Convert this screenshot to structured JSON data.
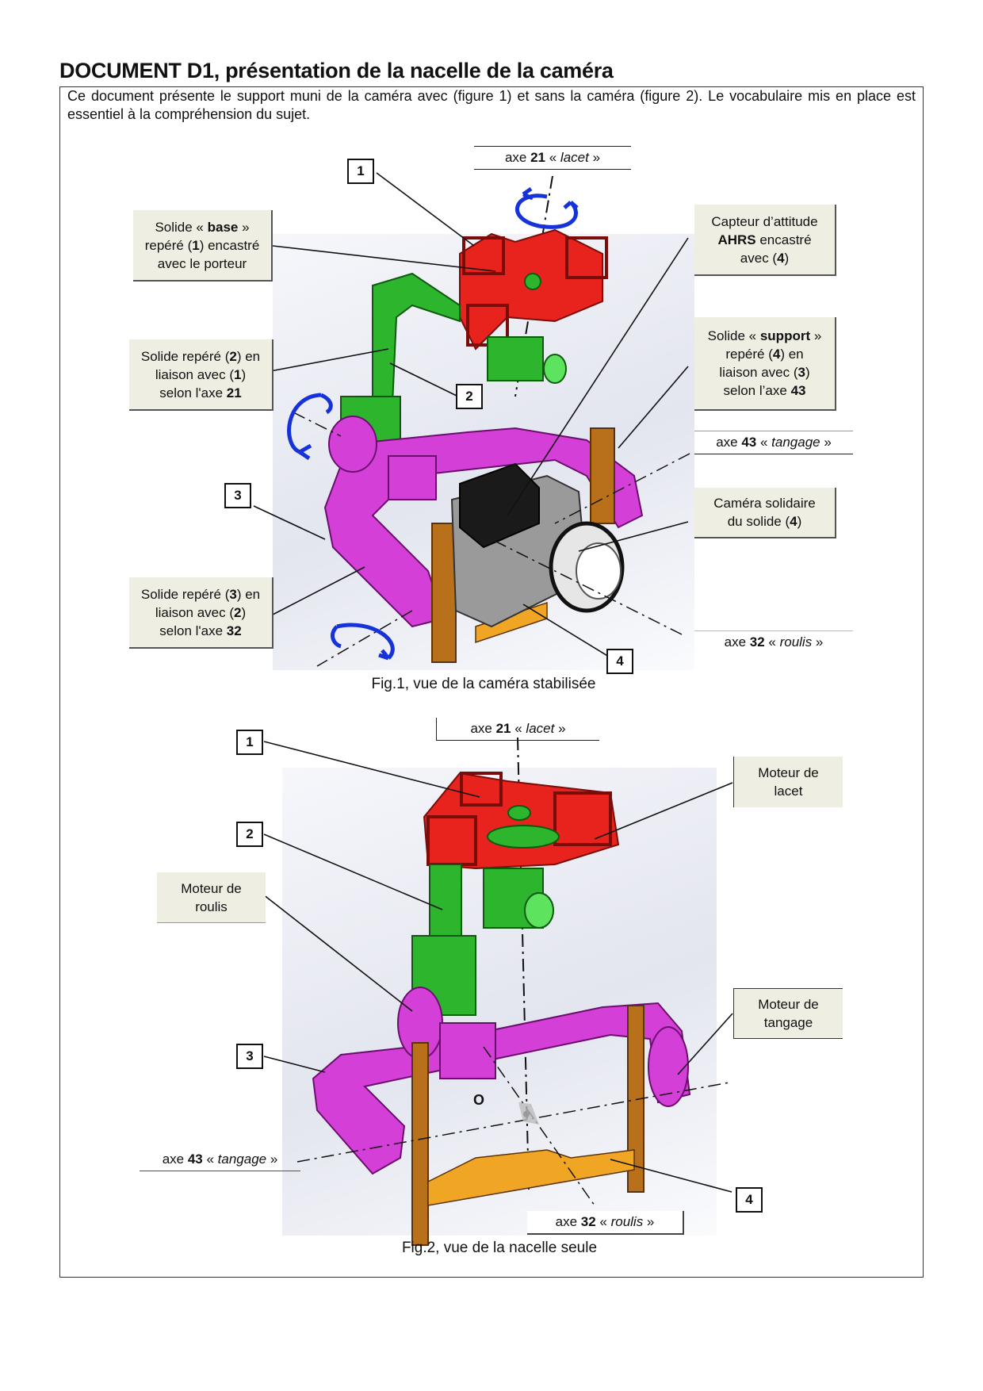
{
  "document": {
    "title": "DOCUMENT D1, présentation de la nacelle de la caméra",
    "intro": "Ce document présente le support muni de la caméra avec (figure 1) et sans la caméra (figure 2). Le vocabulaire mis en place est essentiel à la compréhension du sujet."
  },
  "figure1": {
    "caption": "Fig.1, vue de la caméra stabilisée",
    "markers": [
      "1",
      "2",
      "3",
      "4"
    ],
    "axes": {
      "lacet": {
        "prefix": "axe ",
        "num": "21",
        "open": " « ",
        "name": "lacet",
        "close": " »"
      },
      "tangage": {
        "prefix": "axe ",
        "num": "43",
        "open": " « ",
        "name": "tangage",
        "close": " »"
      },
      "roulis": {
        "prefix": "axe ",
        "num": "32",
        "open": " « ",
        "name": "roulis",
        "close": " »"
      }
    },
    "callouts": {
      "base": {
        "l1a": "Solide « ",
        "l1b": "base",
        "l1c": " »",
        "l2a": "repéré (",
        "l2b": "1",
        "l2c": ") encastré",
        "l3": "avec le porteur"
      },
      "solide2": {
        "l1a": "Solide repéré (",
        "l1b": "2",
        "l1c": ") en",
        "l2a": "liaison avec (",
        "l2b": "1",
        "l2c": ")",
        "l3a": "selon l'axe ",
        "l3b": "21"
      },
      "solide3": {
        "l1a": "Solide repéré (",
        "l1b": "3",
        "l1c": ") en",
        "l2a": "liaison avec (",
        "l2b": "2",
        "l2c": ")",
        "l3a": "selon l'axe ",
        "l3b": "32"
      },
      "ahrs": {
        "l1": "Capteur d’attitude",
        "l2a": "AHRS",
        "l2b": " encastré",
        "l3a": "avec (",
        "l3b": "4",
        "l3c": ")"
      },
      "support": {
        "l1a": "Solide « ",
        "l1b": "support",
        "l1c": " »",
        "l2a": "repéré (",
        "l2b": "4",
        "l2c": ") en",
        "l3a": "liaison avec (",
        "l3b": "3",
        "l3c": ")",
        "l4a": "selon l’axe ",
        "l4b": "43"
      },
      "camera": {
        "l1": "Caméra solidaire",
        "l2a": "du solide (",
        "l2b": "4",
        "l2c": ")"
      }
    }
  },
  "figure2": {
    "caption": "Fig.2, vue de la nacelle seule",
    "markers": [
      "1",
      "2",
      "3",
      "4"
    ],
    "origin_label": "O",
    "axes": {
      "lacet": {
        "prefix": "axe ",
        "num": "21",
        "open": " « ",
        "name": "lacet",
        "close": " »"
      },
      "tangage": {
        "prefix": "axe ",
        "num": "43",
        "open": " « ",
        "name": "tangage",
        "close": " »"
      },
      "roulis": {
        "prefix": "axe ",
        "num": "32",
        "open": " « ",
        "name": "roulis",
        "close": " »"
      }
    },
    "callouts": {
      "moteur_lacet": {
        "l1": "Moteur de",
        "l2": "lacet"
      },
      "moteur_roulis": {
        "l1": "Moteur de",
        "l2": "roulis"
      },
      "moteur_tangage": {
        "l1": "Moteur de",
        "l2": "tangage"
      }
    }
  },
  "colors": {
    "base_red": "#e8231e",
    "solid2_green": "#2db52d",
    "solid3_magenta": "#d43fd8",
    "support_orange": "#e39a1a",
    "rotation_arrow_blue": "#1533d8",
    "callout_bg": "#eeeee3"
  }
}
